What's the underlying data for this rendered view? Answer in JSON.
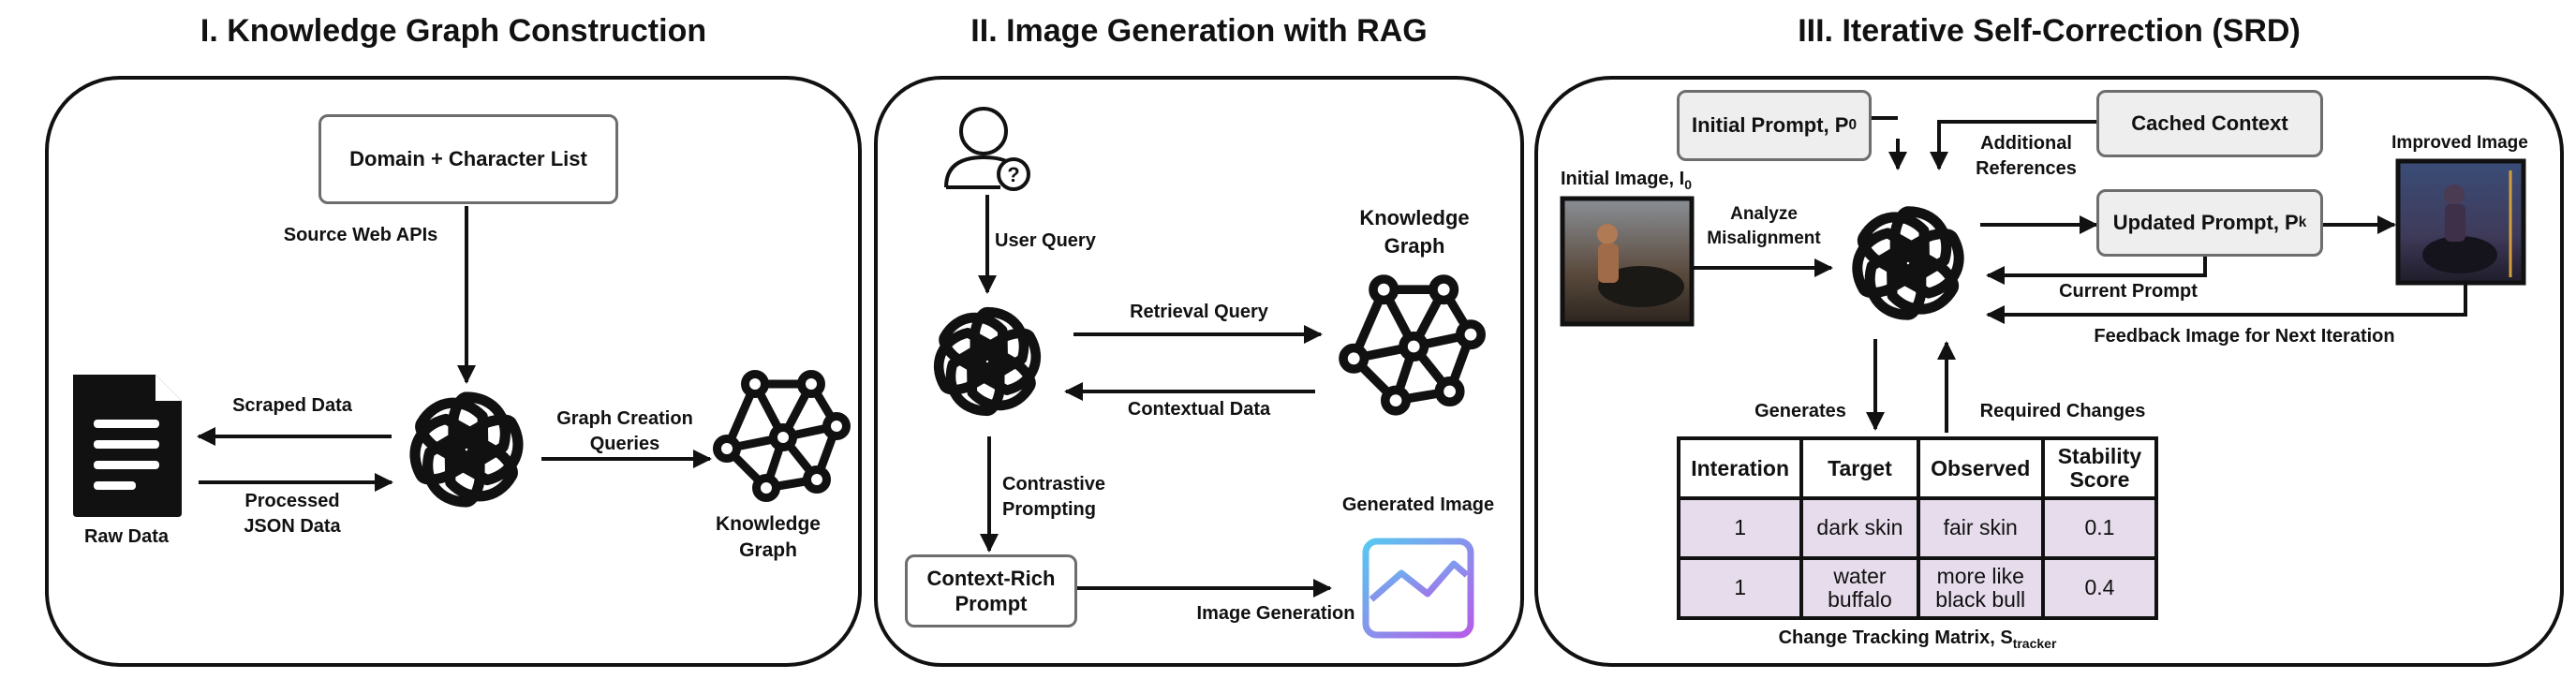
{
  "panels": {
    "kg": {
      "title": "I. Knowledge Graph Construction",
      "domain_box": "Domain + Character List",
      "source_apis": "Source Web APIs",
      "scraped": "Scraped Data",
      "processed": "Processed\nJSON Data",
      "raw_data": "Raw Data",
      "graph_queries": "Graph Creation\nQueries",
      "knowledge_graph": "Knowledge\nGraph"
    },
    "rag": {
      "title": "II. Image Generation with RAG",
      "user_query": "User Query",
      "retrieval_query": "Retrieval Query",
      "contextual_data": "Contextual Data",
      "knowledge_graph": "Knowledge\nGraph",
      "contrastive": "Contrastive\nPrompting",
      "context_rich": "Context-Rich\nPrompt",
      "image_generation": "Image Generation",
      "generated_image": "Generated Image"
    },
    "srd": {
      "title": "III. Iterative Self-Correction (SRD)",
      "initial_prompt": "Initial Prompt, P",
      "initial_prompt_sub": "0",
      "cached_context": "Cached Context",
      "additional_refs": "Additional\nReferences",
      "initial_image": "Initial Image, I",
      "initial_image_sub": "0",
      "analyze": "Analyze\nMisalignment",
      "updated_prompt": "Updated Prompt, P",
      "updated_prompt_sub": "k",
      "improved_image": "Improved Image",
      "current_prompt": "Current Prompt",
      "feedback": "Feedback Image for Next Iteration",
      "generates": "Generates",
      "required_changes": "Required Changes",
      "matrix_caption": "Change Tracking Matrix, S",
      "matrix_caption_sub": "tracker",
      "table": {
        "headers": [
          "Interation",
          "Target",
          "Observed",
          "Stability\nScore"
        ],
        "rows": [
          [
            "1",
            "dark skin",
            "fair skin",
            "0.1"
          ],
          [
            "1",
            "water\nbuffalo",
            "more like\nblack bull",
            "0.4"
          ]
        ]
      }
    }
  },
  "colors": {
    "panel_border": "#111111",
    "box_border": "#6d6d6d",
    "box_gray": "#eeeeee",
    "table_cell": "#e6dcec",
    "gradient_start": "#58c8f0",
    "gradient_end": "#b65de8"
  },
  "icons": [
    "document-icon",
    "openai-logo-icon",
    "knowledge-graph-icon",
    "user-question-icon",
    "image-placeholder-icon",
    "photo-thumbnail"
  ]
}
